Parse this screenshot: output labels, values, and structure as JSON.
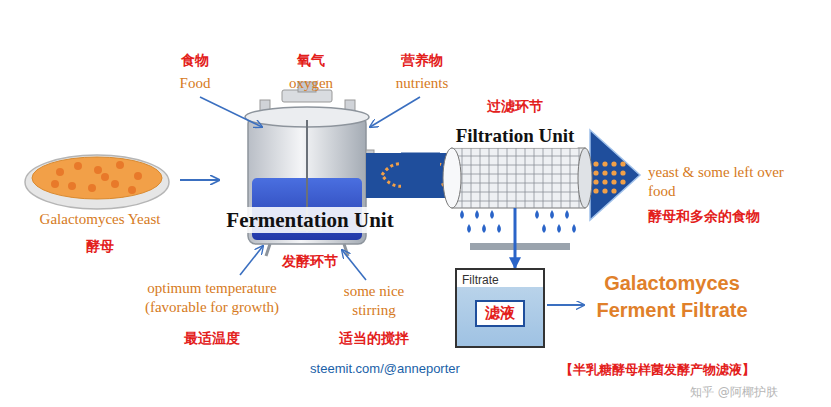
{
  "diagram": {
    "nodes": [
      {
        "text": [
          "Galactomyces Yeast",
          "酵母"
        ]
      },
      {
        "text": [
          "Fermentation Unit",
          "发酵环节"
        ]
      },
      {
        "text": [
          "过滤环节",
          "Filtration Unit"
        ]
      },
      {
        "text": [
          "Filtrate",
          "滤液"
        ]
      }
    ],
    "edges": [
      {
        "from": 0,
        "to": 1,
        "arrow": "to"
      },
      {
        "from": 1,
        "to": 2,
        "arrow": "none"
      },
      {
        "from": 2,
        "to": 3,
        "arrow": "to"
      }
    ],
    "labels": [
      "食物",
      "Food",
      "氧气",
      "oxygen",
      "营养物",
      "nutrients",
      "optimum temperature (favorable for growth)",
      "最适温度",
      "some nice stirring",
      "适当的搅拌",
      "yeast & some left over food",
      "酵母和多余的食物",
      "Galactomyces Ferment Filtrate",
      "【半乳糖酵母样菌发酵产物滤液】",
      "steemit.com/@anneporter",
      "知乎 @阿椰护肤"
    ]
  }
}
